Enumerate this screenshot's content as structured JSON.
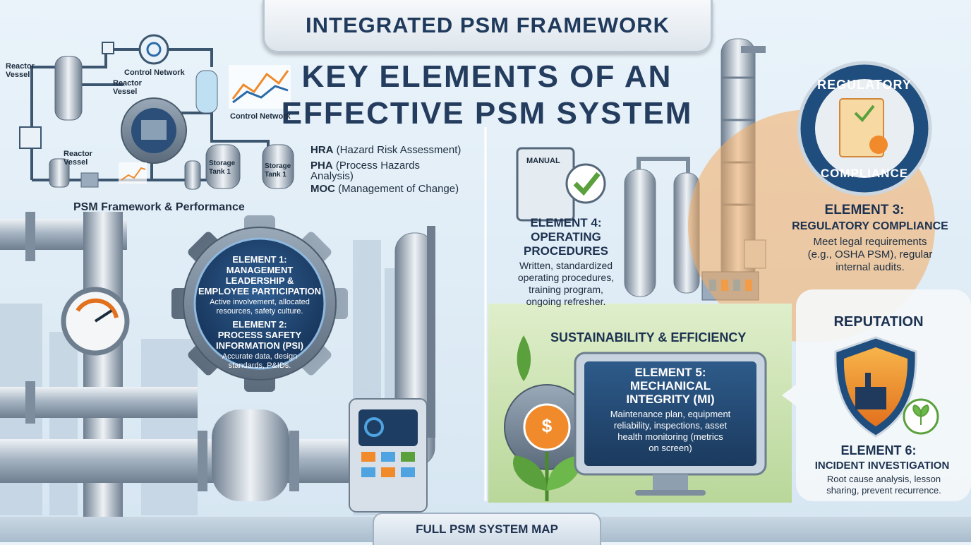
{
  "header": {
    "title": "INTEGRATED PSM FRAMEWORK"
  },
  "headline": {
    "line1": "KEY ELEMENTS OF AN",
    "line2": "EFFECTIVE PSM SYSTEM"
  },
  "diagram_labels": {
    "reactor_vessel_1": "Reactor\nVessel",
    "reactor_vessel_2": "Reactor\nVessel",
    "reactor_vessel_3": "Reactor\nVessel",
    "control_network_1": "Control Network",
    "control_network_2": "Control Network",
    "storage_tank_1": "Storage\nTank 1",
    "storage_tank_2": "Storage\nTank 1",
    "framework_caption": "PSM Framework & Performance"
  },
  "abbreviations": [
    {
      "abbr": "HRA",
      "text": "(Hazard Risk Assessment)"
    },
    {
      "abbr": "PHA",
      "text": "(Process Hazards\nAnalysis)"
    },
    {
      "abbr": "MOC",
      "text": "(Management of Change)"
    }
  ],
  "gear": {
    "el1_title": "ELEMENT 1:\nMANAGEMENT\nLEADERSHIP &\nEMPLOYEE PARTICIPATION",
    "el1_desc": "Active involvement, allocated\nresources, safety culture.",
    "el2_title": "ELEMENT 2:\nPROCESS SAFETY\nINFORMATION (PSI)",
    "el2_desc": "Accurate data, design\nstandards, P&IDs."
  },
  "element4": {
    "icon_label": "MANUAL",
    "title": "ELEMENT 4:\nOPERATING\nPROCEDURES",
    "desc": "Written, standardized\noperating procedures,\ntraining program,\nongoing refresher."
  },
  "element3": {
    "badge_top": "REGULATORY",
    "badge_bottom": "COMPLIANCE",
    "title": "ELEMENT 3:",
    "subtitle": "REGULATORY COMPLIANCE",
    "desc": "Meet legal requirements\n(e.g., OSHA PSM), regular\ninternal audits."
  },
  "sustainability": {
    "title": "SUSTAINABILITY & EFFICIENCY"
  },
  "element5": {
    "title": "ELEMENT 5:\nMECHANICAL\nINTEGRITY (MI)",
    "desc": "Maintenance plan, equipment\nreliability, inspections, asset\nhealth monitoring (metrics\non screen)",
    "dollar": "$"
  },
  "reputation": {
    "title": "REPUTATION"
  },
  "element6": {
    "title": "ELEMENT 6:",
    "subtitle": "INCIDENT INVESTIGATION",
    "desc": "Root cause analysis, lesson\nsharing, prevent recurrence."
  },
  "footer": {
    "label": "FULL PSM SYSTEM MAP"
  },
  "colors": {
    "navy": "#1f3a5c",
    "orange": "#f08a2b",
    "green": "#5aa03c",
    "steel": "#8e9fb0"
  }
}
